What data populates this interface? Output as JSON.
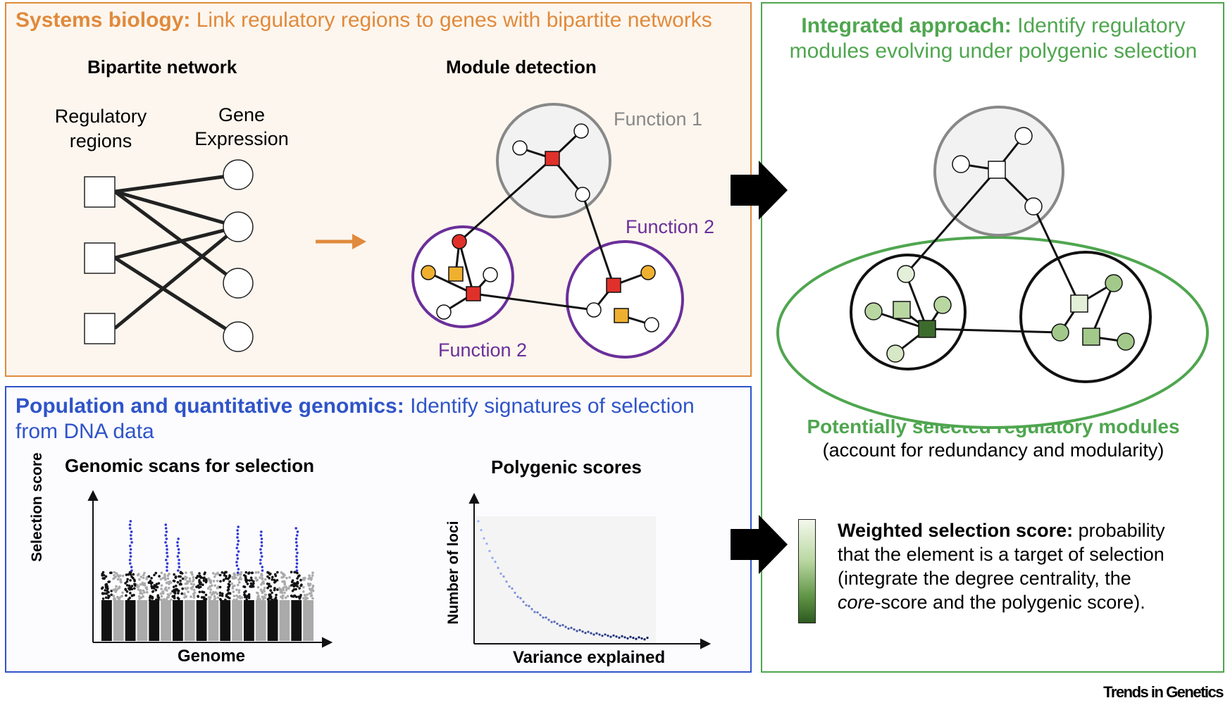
{
  "systems": {
    "title_bold": "Systems biology:",
    "title_rest": "Link regulatory regions to genes with bipartite networks",
    "bipartite_title": "Bipartite network",
    "reg_label_1": "Regulatory",
    "reg_label_2": "regions",
    "gene_label_1": "Gene",
    "gene_label_2": "Expression",
    "module_title": "Module detection",
    "function1": "Function 1",
    "function2_top": "Function 2",
    "function2_bottom": "Function 2"
  },
  "population": {
    "title_bold": "Population and quantitative genomics:",
    "title_rest_1": "Identify signatures of selection",
    "title_rest_2": "from DNA data",
    "scan_title": "Genomic scans for selection",
    "scan_ylabel": "Selection score",
    "scan_xlabel": "Genome",
    "poly_title": "Polygenic scores",
    "poly_ylabel": "Number of loci",
    "poly_xlabel": "Variance explained"
  },
  "integrated": {
    "title_bold": "Integrated approach:",
    "title_rest_1": "Identify regulatory",
    "title_rest_2": "modules evolving under polygenic selection",
    "modules_label": "Potentially selected regulatory modules",
    "modules_note": "(account for redundancy and modularity)",
    "score_bold": "Weighted selection score:",
    "score_rest_1": "probability",
    "score_line_2": "that the element is a target of selection",
    "score_line_3": "(integrate the degree centrality, the",
    "score_line_4_italic": "core",
    "score_line_4_rest": "-score and the polygenic score)."
  },
  "credit": "Trends in Genetics",
  "colors": {
    "orange": "#e08a3c",
    "blue": "#2f54c8",
    "green": "#4fa64f",
    "purple": "#6b2f9a",
    "red": "#e0302a",
    "gold": "#efb030"
  }
}
